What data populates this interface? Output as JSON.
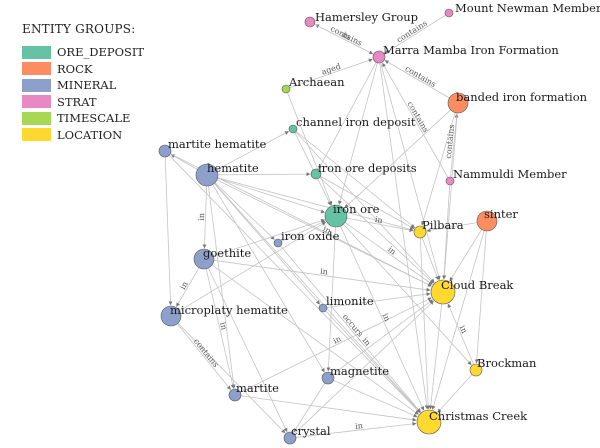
{
  "legend": {
    "title": "ENTITY GROUPS:",
    "groups": [
      {
        "key": "ORE_DEPOSIT",
        "label": "ORE_DEPOSIT",
        "color": "#66c2a5"
      },
      {
        "key": "ROCK",
        "label": "ROCK",
        "color": "#fc8d62"
      },
      {
        "key": "MINERAL",
        "label": "MINERAL",
        "color": "#8da0cb"
      },
      {
        "key": "STRAT",
        "label": "STRAT",
        "color": "#e78ac3"
      },
      {
        "key": "TIMESCALE",
        "label": "TIMESCALE",
        "color": "#a6d854"
      },
      {
        "key": "LOCATION",
        "label": "LOCATION",
        "color": "#ffd92f"
      }
    ]
  },
  "nodes": [
    {
      "id": "hamersley",
      "label": "Hamersley Group",
      "group": "STRAT"
    },
    {
      "id": "mountnewman",
      "label": "Mount Newman Member",
      "group": "STRAT"
    },
    {
      "id": "marramamba",
      "label": "Marra Mamba Iron Formation",
      "group": "STRAT"
    },
    {
      "id": "archaean",
      "label": "Archaean",
      "group": "TIMESCALE"
    },
    {
      "id": "bif",
      "label": "banded iron formation",
      "group": "ROCK"
    },
    {
      "id": "channel",
      "label": "channel iron deposit",
      "group": "ORE_DEPOSIT"
    },
    {
      "id": "martitehem",
      "label": "martite hematite",
      "group": "MINERAL"
    },
    {
      "id": "hematite",
      "label": "hematite",
      "group": "MINERAL"
    },
    {
      "id": "irondeposits",
      "label": "iron ore deposits",
      "group": "ORE_DEPOSIT"
    },
    {
      "id": "nammuldi",
      "label": "Nammuldi Member",
      "group": "STRAT"
    },
    {
      "id": "ironore",
      "label": "iron ore",
      "group": "ORE_DEPOSIT"
    },
    {
      "id": "sinter",
      "label": "sinter",
      "group": "ROCK"
    },
    {
      "id": "pilbara",
      "label": "Pilbara",
      "group": "LOCATION"
    },
    {
      "id": "ironoxide",
      "label": "iron oxide",
      "group": "MINERAL"
    },
    {
      "id": "goethite",
      "label": "goethite",
      "group": "MINERAL"
    },
    {
      "id": "cloudbreak",
      "label": "Cloud Break",
      "group": "LOCATION"
    },
    {
      "id": "limonite",
      "label": "limonite",
      "group": "MINERAL"
    },
    {
      "id": "microplaty",
      "label": "microplaty hematite",
      "group": "MINERAL"
    },
    {
      "id": "brockman",
      "label": "Brockman",
      "group": "LOCATION"
    },
    {
      "id": "magnetite",
      "label": "magnetite",
      "group": "MINERAL"
    },
    {
      "id": "martite",
      "label": "martite",
      "group": "MINERAL"
    },
    {
      "id": "christmas",
      "label": "Christmas Creek",
      "group": "LOCATION"
    },
    {
      "id": "crystal",
      "label": "crystal",
      "group": "MINERAL"
    }
  ],
  "edges": [
    {
      "from": "marramamba",
      "to": "hamersley",
      "label": "contains"
    },
    {
      "from": "mountnewman",
      "to": "marramamba",
      "label": "contains"
    },
    {
      "from": "archaean",
      "to": "marramamba",
      "label": "aged"
    },
    {
      "from": "hamersley",
      "to": "marramamba",
      "label": "in"
    },
    {
      "from": "bif",
      "to": "marramamba",
      "label": "contains"
    },
    {
      "from": "nammuldi",
      "to": "bif",
      "label": "contains"
    },
    {
      "from": "nammuldi",
      "to": "marramamba",
      "label": "contains"
    },
    {
      "from": "hematite",
      "to": "martitehem",
      "label": ""
    },
    {
      "from": "hematite",
      "to": "channel",
      "label": ""
    },
    {
      "from": "hematite",
      "to": "irondeposits",
      "label": ""
    },
    {
      "from": "hematite",
      "to": "ironore",
      "label": ""
    },
    {
      "from": "hematite",
      "to": "pilbara",
      "label": ""
    },
    {
      "from": "hematite",
      "to": "cloudbreak",
      "label": "in"
    },
    {
      "from": "hematite",
      "to": "goethite",
      "label": "in"
    },
    {
      "from": "hematite",
      "to": "ironoxide",
      "label": ""
    },
    {
      "from": "hematite",
      "to": "limonite",
      "label": ""
    },
    {
      "from": "hematite",
      "to": "magnetite",
      "label": ""
    },
    {
      "from": "hematite",
      "to": "martite",
      "label": ""
    },
    {
      "from": "hematite",
      "to": "christmas",
      "label": ""
    },
    {
      "from": "goethite",
      "to": "ironore",
      "label": ""
    },
    {
      "from": "goethite",
      "to": "microplaty",
      "label": "in"
    },
    {
      "from": "goethite",
      "to": "martite",
      "label": "in"
    },
    {
      "from": "goethite",
      "to": "cloudbreak",
      "label": "in"
    },
    {
      "from": "goethite",
      "to": "crystal",
      "label": ""
    },
    {
      "from": "goethite",
      "to": "christmas",
      "label": ""
    },
    {
      "from": "microplaty",
      "to": "martite",
      "label": "contains"
    },
    {
      "from": "microplaty",
      "to": "ironore",
      "label": ""
    },
    {
      "from": "microplaty",
      "to": "crystal",
      "label": ""
    },
    {
      "from": "ironoxide",
      "to": "christmas",
      "label": "occurs_in"
    },
    {
      "from": "ironoxide",
      "to": "ironore",
      "label": ""
    },
    {
      "from": "ironore",
      "to": "cloudbreak",
      "label": "in"
    },
    {
      "from": "ironore",
      "to": "pilbara",
      "label": "in"
    },
    {
      "from": "ironore",
      "to": "christmas",
      "label": "in"
    },
    {
      "from": "ironore",
      "to": "brockman",
      "label": ""
    },
    {
      "from": "irondeposits",
      "to": "pilbara",
      "label": ""
    },
    {
      "from": "channel",
      "to": "pilbara",
      "label": ""
    },
    {
      "from": "channel",
      "to": "ironore",
      "label": ""
    },
    {
      "from": "marramamba",
      "to": "ironore",
      "label": ""
    },
    {
      "from": "marramamba",
      "to": "irondeposits",
      "label": ""
    },
    {
      "from": "marramamba",
      "to": "cloudbreak",
      "label": ""
    },
    {
      "from": "marramamba",
      "to": "christmas",
      "label": ""
    },
    {
      "from": "bif",
      "to": "ironore",
      "label": ""
    },
    {
      "from": "bif",
      "to": "cloudbreak",
      "label": ""
    },
    {
      "from": "bif",
      "to": "pilbara",
      "label": ""
    },
    {
      "from": "nammuldi",
      "to": "cloudbreak",
      "label": ""
    },
    {
      "from": "sinter",
      "to": "pilbara",
      "label": ""
    },
    {
      "from": "sinter",
      "to": "cloudbreak",
      "label": ""
    },
    {
      "from": "sinter",
      "to": "christmas",
      "label": ""
    },
    {
      "from": "sinter",
      "to": "brockman",
      "label": ""
    },
    {
      "from": "pilbara",
      "to": "cloudbreak",
      "label": ""
    },
    {
      "from": "cloudbreak",
      "to": "christmas",
      "label": ""
    },
    {
      "from": "brockman",
      "to": "christmas",
      "label": ""
    },
    {
      "from": "limonite",
      "to": "cloudbreak",
      "label": ""
    },
    {
      "from": "limonite",
      "to": "christmas",
      "label": ""
    },
    {
      "from": "magnetite",
      "to": "christmas",
      "label": ""
    },
    {
      "from": "magnetite",
      "to": "cloudbreak",
      "label": ""
    },
    {
      "from": "magnetite",
      "to": "crystal",
      "label": ""
    },
    {
      "from": "martite",
      "to": "christmas",
      "label": ""
    },
    {
      "from": "martite",
      "to": "cloudbreak",
      "label": "in"
    },
    {
      "from": "crystal",
      "to": "christmas",
      "label": "in"
    },
    {
      "from": "crystal",
      "to": "cloudbreak",
      "label": ""
    },
    {
      "from": "martitehem",
      "to": "microplaty",
      "label": ""
    },
    {
      "from": "martitehem",
      "to": "christmas",
      "label": ""
    },
    {
      "from": "martitehem",
      "to": "cloudbreak",
      "label": ""
    },
    {
      "from": "channel",
      "to": "cloudbreak",
      "label": ""
    },
    {
      "from": "irondeposits",
      "to": "cloudbreak",
      "label": ""
    },
    {
      "from": "brockman",
      "to": "cloudbreak",
      "label": "in"
    },
    {
      "from": "pilbara",
      "to": "christmas",
      "label": ""
    },
    {
      "from": "ironore",
      "to": "magnetite",
      "label": ""
    },
    {
      "from": "archaean",
      "to": "ironore",
      "label": ""
    }
  ]
}
